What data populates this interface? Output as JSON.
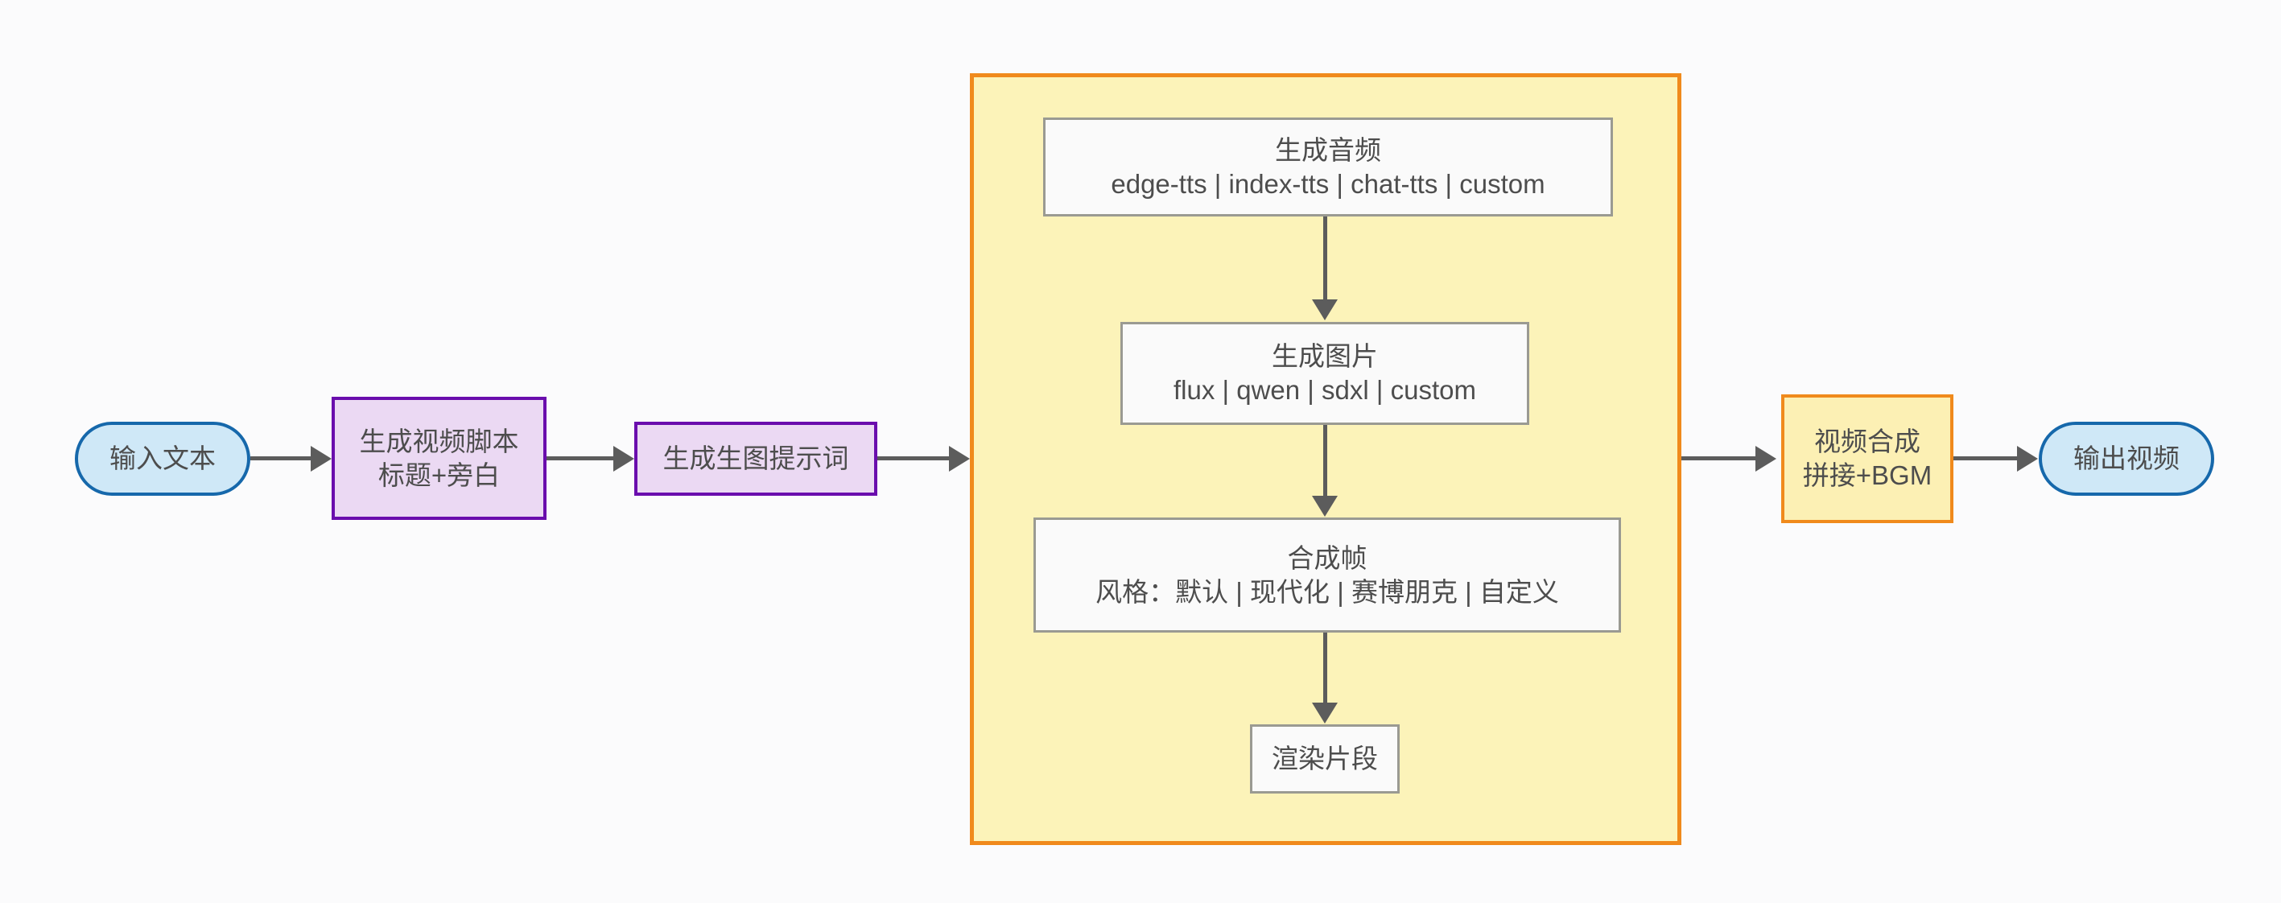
{
  "diagram": {
    "type": "flowchart",
    "direction": "left-to-right",
    "background_color": "#fbfbfc",
    "nodes": {
      "input_text": {
        "label": "输入文本",
        "shape": "stadium",
        "fill": "#cfe8f7",
        "stroke": "#1668ab"
      },
      "script": {
        "line1": "生成视频脚本",
        "line2": "标题+旁白",
        "shape": "rect",
        "fill": "#ebd9f3",
        "stroke": "#6a0dad"
      },
      "prompt": {
        "label": "生成生图提示词",
        "shape": "rect",
        "fill": "#ebd9f3",
        "stroke": "#6a0dad"
      },
      "audio": {
        "line1": "生成音频",
        "line2": "edge-tts | index-tts | chat-tts | custom",
        "shape": "rect",
        "fill": "#fafafa",
        "stroke": "#9a9a92"
      },
      "image": {
        "line1": "生成图片",
        "line2": "flux | qwen | sdxl | custom",
        "shape": "rect",
        "fill": "#fafafa",
        "stroke": "#9a9a92"
      },
      "frame": {
        "line1": "合成帧",
        "line2": "风格：默认 | 现代化 | 赛博朋克 | 自定义",
        "shape": "rect",
        "fill": "#fafafa",
        "stroke": "#9a9a92"
      },
      "render": {
        "label": "渲染片段",
        "shape": "rect",
        "fill": "#fafafa",
        "stroke": "#9a9a92"
      },
      "compose": {
        "line1": "视频合成",
        "line2": "拼接+BGM",
        "shape": "rect",
        "fill": "#fcf0b4",
        "stroke": "#f08a1c"
      },
      "output_video": {
        "label": "输出视频",
        "shape": "stadium",
        "fill": "#cfe8f7",
        "stroke": "#1668ab"
      }
    },
    "subgraph": {
      "fill": "#fcf3b9",
      "stroke": "#f08a1c",
      "contains": [
        "audio",
        "image",
        "frame",
        "render"
      ]
    },
    "edges": [
      {
        "from": "input_text",
        "to": "script",
        "direction": "right"
      },
      {
        "from": "script",
        "to": "prompt",
        "direction": "right"
      },
      {
        "from": "prompt",
        "to": "subgraph",
        "direction": "right"
      },
      {
        "from": "audio",
        "to": "image",
        "direction": "down"
      },
      {
        "from": "image",
        "to": "frame",
        "direction": "down"
      },
      {
        "from": "frame",
        "to": "render",
        "direction": "down"
      },
      {
        "from": "subgraph",
        "to": "compose",
        "direction": "right"
      },
      {
        "from": "compose",
        "to": "output_video",
        "direction": "right"
      }
    ],
    "edge_color": "#5c5c5c"
  }
}
